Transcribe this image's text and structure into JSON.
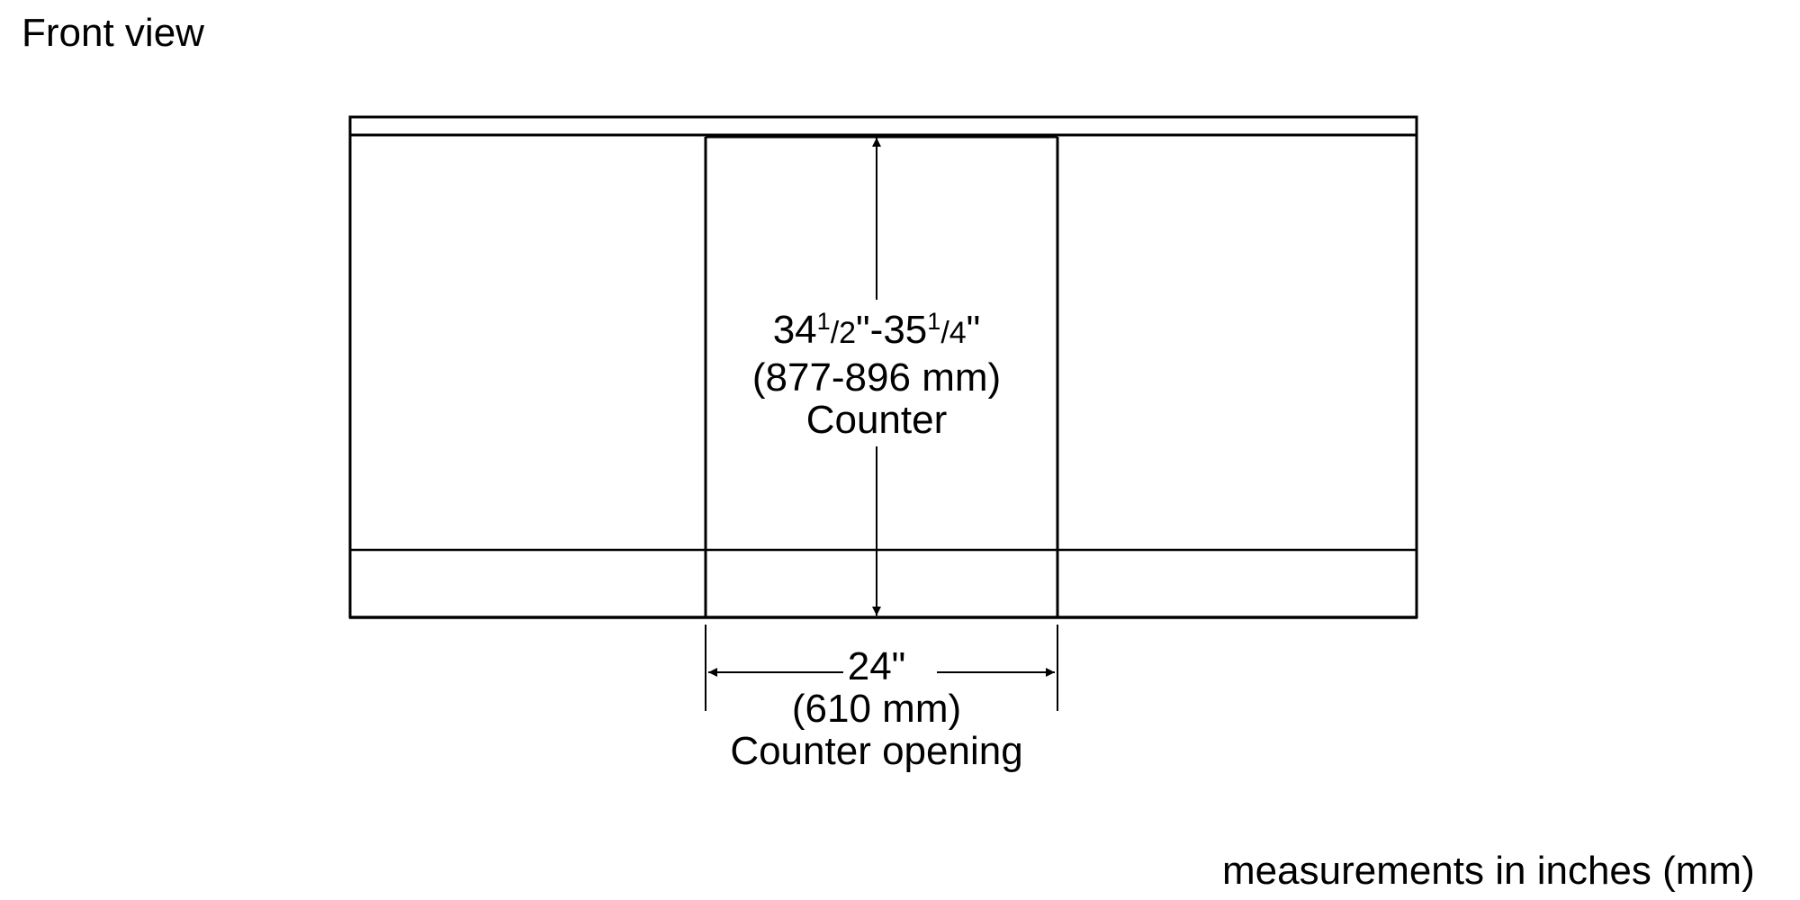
{
  "title": "Front view",
  "footer": "measurements in inches (mm)",
  "vertical_dimension": {
    "whole1": "34",
    "num1": "1",
    "den1": "/2",
    "sep": "\"-",
    "whole2": "35",
    "num2": "1",
    "den2": "/4",
    "end": "\"",
    "metric": "(877-896 mm)",
    "label": "Counter"
  },
  "horizontal_dimension": {
    "imperial": "24\"",
    "metric": "(610 mm)",
    "label": "Counter opening"
  },
  "colors": {
    "line": "#000000",
    "background": "#ffffff"
  }
}
